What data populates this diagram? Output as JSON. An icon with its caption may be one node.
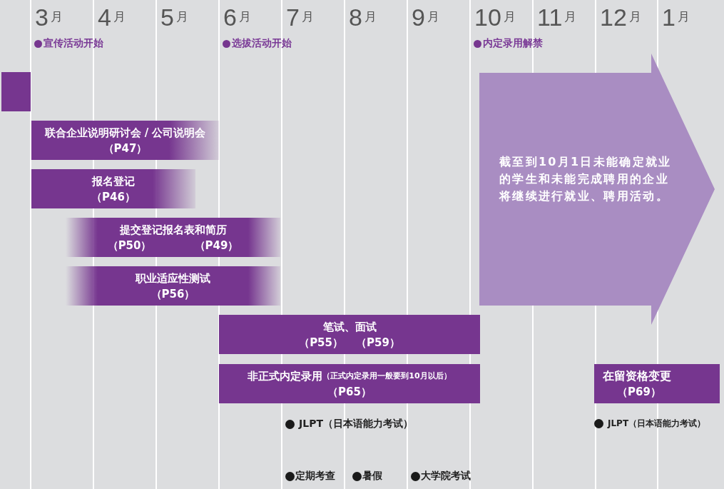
{
  "diagram": {
    "nodes": [
      {
        "text": [],
        "shape": "box"
      },
      {
        "text": [
          "联合企业说明研讨会 / 公司说明会",
          "（P47）"
        ]
      },
      {
        "text": [
          "报名登记",
          "（P46）"
        ]
      },
      {
        "text": [
          "提交登记报名表和简历",
          "（P50）",
          "（P49）"
        ]
      },
      {
        "text": [
          "职业适应性测试",
          "（P56）"
        ]
      },
      {
        "text": [
          "笔试、面试",
          "（P55）",
          "（P59）"
        ]
      },
      {
        "text": [
          "非正式内定录用",
          "（正式内定录用一般要到10月以后）",
          "（P65）"
        ]
      },
      {
        "text": [
          "截至到10月1日未能确定就业的学生和未能完成聘用的企业将继续进行就业、聘用活动。"
        ]
      },
      {
        "text": [
          "在留资格变更",
          "（P69）"
        ]
      }
    ],
    "edges": [],
    "labels": [
      "3月",
      "4月",
      "5月",
      "6月",
      "7月",
      "8月",
      "9月",
      "10月",
      "11月",
      "12月",
      "1月",
      "宣传活动开始",
      "选拔活动开始",
      "内定录用解禁",
      "JLPT（日本语能力考试）",
      "JLPT（日本语能力考试）",
      "定期考查",
      "暑假",
      "大学院考试"
    ]
  }
}
